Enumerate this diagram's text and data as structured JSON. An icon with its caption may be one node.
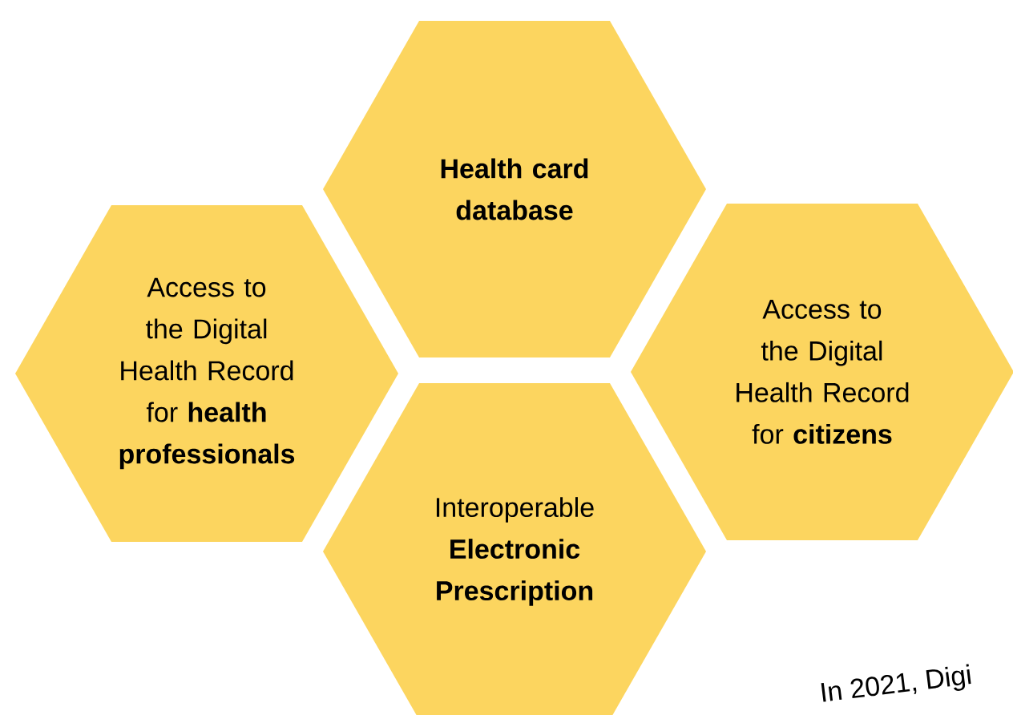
{
  "diagram": {
    "nodes": [
      {
        "text": [
          "Health card database"
        ]
      },
      {
        "text": [
          "Access to the Digital Health Record for **health professionals**"
        ]
      },
      {
        "text": [
          "Access to the Digital Health Record for **citizens**"
        ]
      },
      {
        "text": [
          "Interoperable **Electronic Prescription**"
        ]
      }
    ],
    "labels": [
      "In 2021, Digi"
    ]
  }
}
